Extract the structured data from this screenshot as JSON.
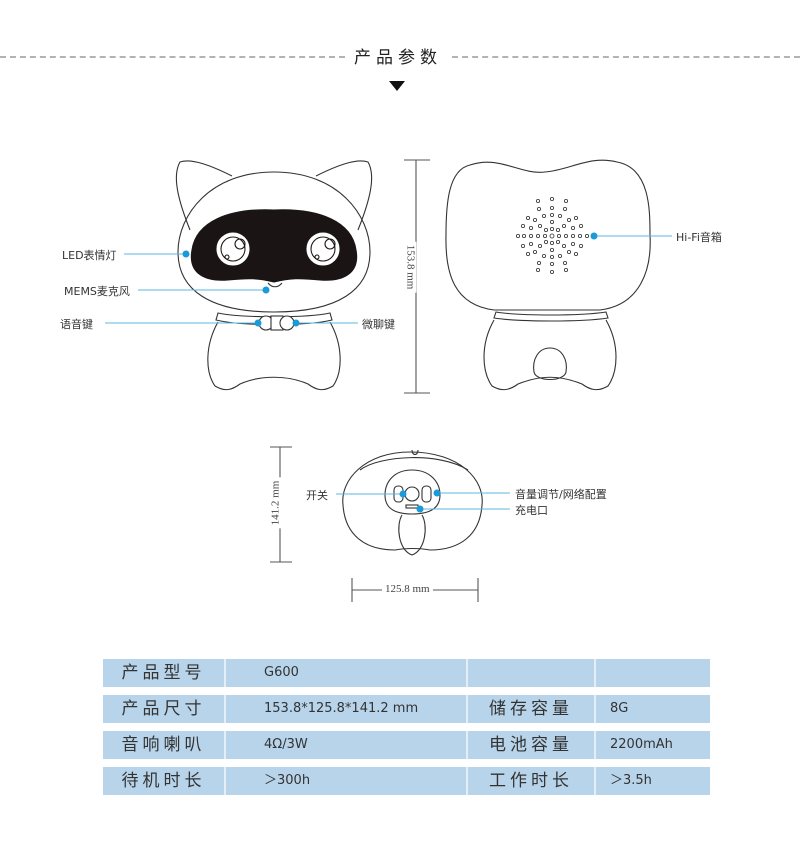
{
  "header": {
    "title": "产品参数",
    "arrow_icon": "triangle-down-icon"
  },
  "colors": {
    "accent_blue": "#1a9ad6",
    "leader_line": "#5fb7e0",
    "table_bg": "#b8d4ea",
    "dash": "#b3b3b3"
  },
  "front_view": {
    "labels": {
      "led": "LED表情灯",
      "mic": "MEMS麦克风",
      "voice_key": "语音键",
      "chat_key": "微聊键"
    },
    "height_dimension": "153.8 mm"
  },
  "back_view": {
    "labels": {
      "speaker": "Hi-Fi音箱"
    }
  },
  "bottom_view": {
    "labels": {
      "power": "开关",
      "volume": "音量调节/网络配置",
      "charge": "充电口"
    },
    "depth_dimension": "141.2 mm",
    "width_dimension": "125.8 mm"
  },
  "spec_table": {
    "rows": [
      {
        "label1": "产品型号",
        "value1": "G600",
        "label2": "",
        "value2": ""
      },
      {
        "label1": "产品尺寸",
        "value1": "153.8*125.8*141.2 mm",
        "label2": "储存容量",
        "value2": "8G"
      },
      {
        "label1": "音响喇叭",
        "value1": "4Ω/3W",
        "label2": "电池容量",
        "value2": "2200mAh"
      },
      {
        "label1": "待机时长",
        "value1": "＞300h",
        "label2": "工作时长",
        "value2": "＞3.5h"
      }
    ]
  }
}
